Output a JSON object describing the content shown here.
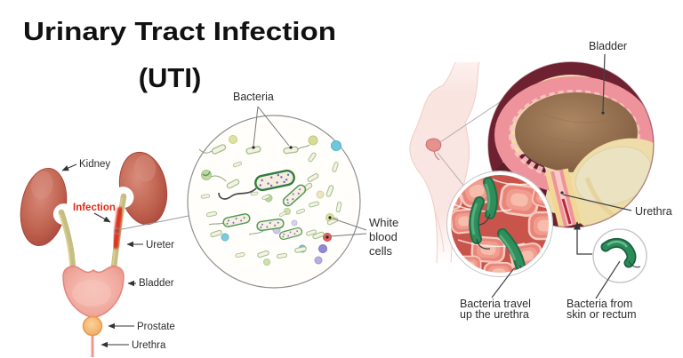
{
  "title": {
    "line1": "Urinary Tract Infection",
    "line2": "(UTI)"
  },
  "anatomy": {
    "kidney": "Kidney",
    "infection": "Infection",
    "ureter": "Ureter",
    "bladder": "Bladder",
    "prostate": "Prostate",
    "urethra": "Urethra"
  },
  "microscope": {
    "bacteria": "Bacteria",
    "wbc_line1": "White",
    "wbc_line2": "blood",
    "wbc_line3": "cells"
  },
  "pathway": {
    "bladder": "Bladder",
    "urethra": "Urethra",
    "travel_line1": "Bacteria travel",
    "travel_line2": "up the urethra",
    "source_line1": "Bacteria from",
    "source_line2": "skin or rectum"
  },
  "colors": {
    "infection_red": "#df2c17",
    "kidney_brown": "#b24e3e",
    "ureter_olive": "#c6bd82",
    "bladder_pink": "#eb9c92",
    "prostate_orange": "#f2a95b",
    "bacteria_outline_green": "#9cc08c",
    "big_bacterium_green": "#2e7d3f",
    "uropathogen_green": "#2a8a58",
    "wbc_blue": "#6ec7dc",
    "wbc_red": "#e4625a",
    "wbc_purple": "#948ad4",
    "bladder_wall_pink": "#ee939b",
    "bladder_outer_maroon": "#6e2130",
    "bladder_cavity_brown": "#7a5a3c",
    "fat_cream": "#eedda8",
    "tissue_salmon": "#ec8d82",
    "label_dark": "#2c2c2c"
  }
}
